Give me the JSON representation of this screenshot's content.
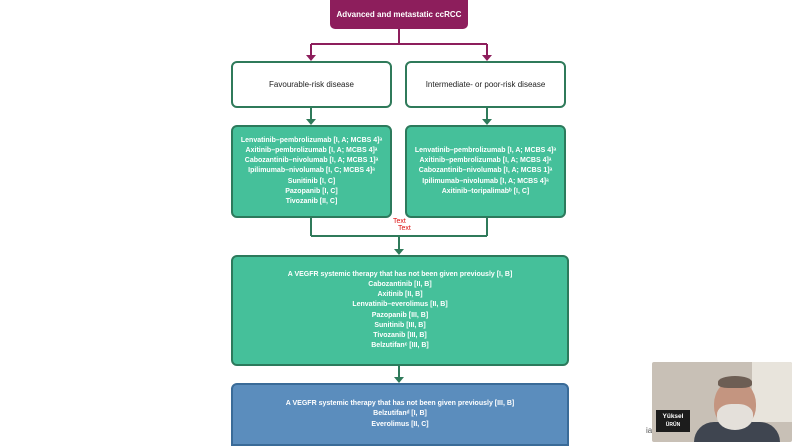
{
  "diagram": {
    "root": "Advanced and metastatic ccRCC",
    "favourable": {
      "title": "Favourable-risk disease",
      "options": [
        "Lenvatinib–pembrolizumab [I, A; MCBS 4]ᵃ",
        "Axitinib–pembrolizumab [I, A; MCBS 4]ᵃ",
        "Cabozantinib–nivolumab [I, A; MCBS 1]ᵃ",
        "Ipilimumab–nivolumab [I, C; MCBS 4]ᵃ",
        "Sunitinib [I, C]",
        "Pazopanib [I, C]",
        "Tivozanib [II, C]"
      ]
    },
    "intermediate": {
      "title": "Intermediate- or poor-risk disease",
      "options": [
        "Lenvatinib–pembrolizumab [I, A; MCBS 4]ᵃ",
        "Axitinib–pembrolizumab [I, A; MCBS 4]ᵃ",
        "Cabozantinib–nivolumab [I, A; MCBS 1]ᵃ",
        "Ipilimumab–nivolumab [I, A; MCBS 4]ᵃ",
        "Axitinib–toripalimabᵇ [I, C]"
      ]
    },
    "second_line": {
      "options": [
        "A VEGFR systemic therapy that has not been given previously [I, B]",
        "Cabozantinib [II, B]",
        "Axitinib [II, B]",
        "Lenvatinib–everolimus [II, B]",
        "Pazopanib [III, B]",
        "Sunitinib [III, B]",
        "Tivozanib [III, B]",
        "Belzutifanᶜ [III, B]"
      ]
    },
    "third_line": {
      "options": [
        "A VEGFR systemic therapy that has not been given previously [III, B]",
        "Belzutifanᵈ [I, B]",
        "Everolimus [II, C]"
      ]
    },
    "marker": [
      "Text",
      "Text"
    ]
  },
  "colors": {
    "root": "#8d1e5c",
    "green": "#45c09a",
    "green_border": "#2c7a5c",
    "blue": "#5b8dbd"
  },
  "video": {
    "name_first": "Yüksel",
    "name_last": "ÜRÜN"
  },
  "edge_text": "ia"
}
